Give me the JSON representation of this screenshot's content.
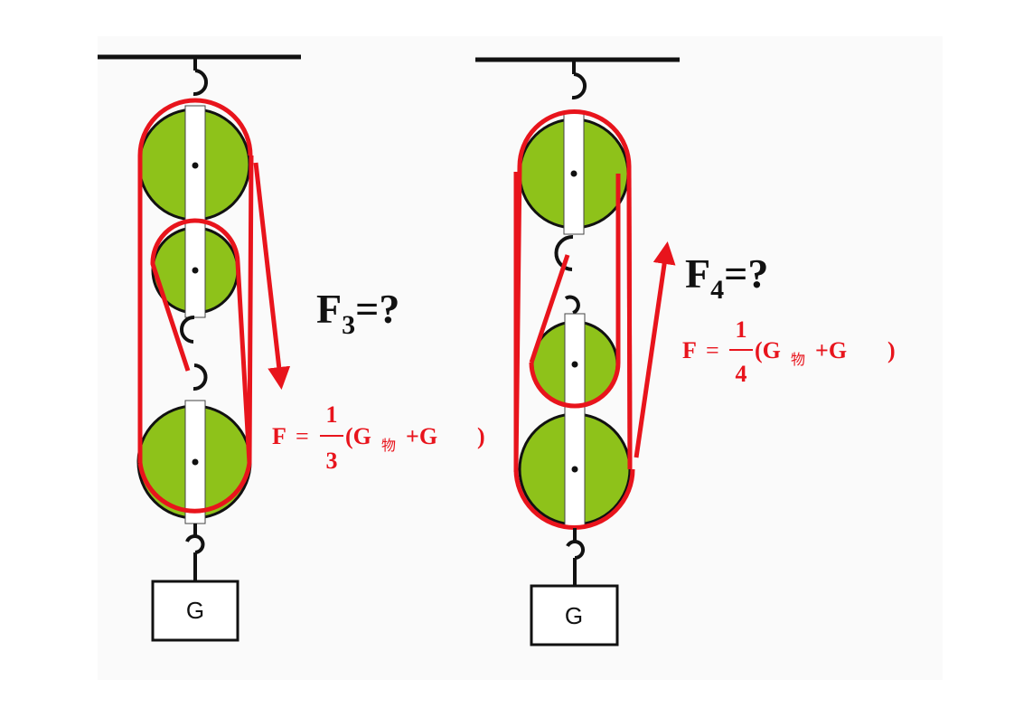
{
  "diagram": {
    "left_system": {
      "question": {
        "main": "F",
        "sub": "3",
        "rest": "=?"
      },
      "formula": {
        "lhs": "F",
        "eq": "=",
        "num": "1",
        "den": "3",
        "open": "(G",
        "sub_object": "物",
        "plus": "+G",
        "close": ")"
      },
      "load_label": "G"
    },
    "right_system": {
      "question": {
        "main": "F",
        "sub": "4",
        "rest": "=?"
      },
      "formula": {
        "lhs": "F",
        "eq": "=",
        "num": "1",
        "den": "4",
        "open": "(G",
        "sub_object": "物",
        "plus": "+G",
        "close": ")"
      },
      "load_label": "G"
    },
    "colors": {
      "rope": "#e8141c",
      "pulley": "#8ec21a",
      "outline": "#111111",
      "text": "#111111",
      "formula": "#e8141c"
    }
  }
}
